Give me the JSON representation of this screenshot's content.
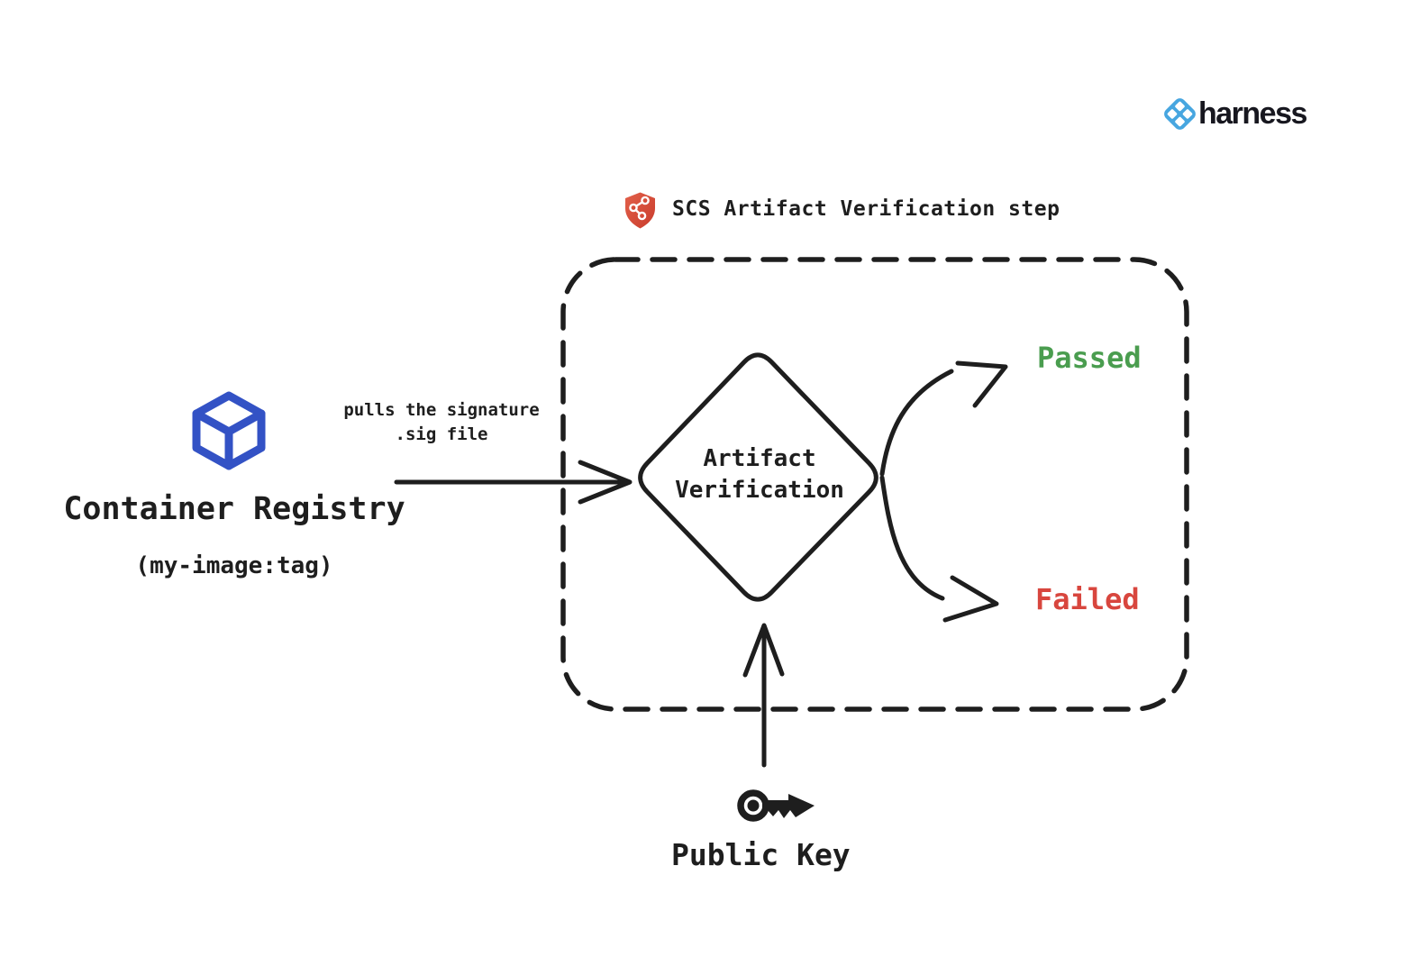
{
  "page": {
    "background": "#ffffff",
    "ink_color": "#1e1e1e"
  },
  "logo": {
    "brand": "harness",
    "icon": "harness-diamond-icon",
    "icon_color": "#47a6e0",
    "text_color": "#17171f"
  },
  "header": {
    "label": "SCS Artifact Verification step",
    "icon": "shield-branch-icon",
    "shield_color": "#d84a38"
  },
  "nodes": {
    "container_registry": {
      "title": "Container Registry",
      "subtitle": "(my-image:tag)",
      "icon": "cube-icon",
      "icon_color": "#3352c5"
    },
    "artifact_verification": {
      "line1": "Artifact",
      "line2": "Verification",
      "shape": "decision-diamond"
    },
    "public_key": {
      "label": "Public Key",
      "icon": "key-icon"
    }
  },
  "edges": {
    "pull": {
      "label_line1": "pulls the signature",
      "label_line2": ".sig file"
    },
    "passed": {
      "label": "Passed",
      "color": "#4a9d4f"
    },
    "failed": {
      "label": "Failed",
      "color": "#d8463e"
    },
    "public_key_input": {
      "label": ""
    }
  }
}
